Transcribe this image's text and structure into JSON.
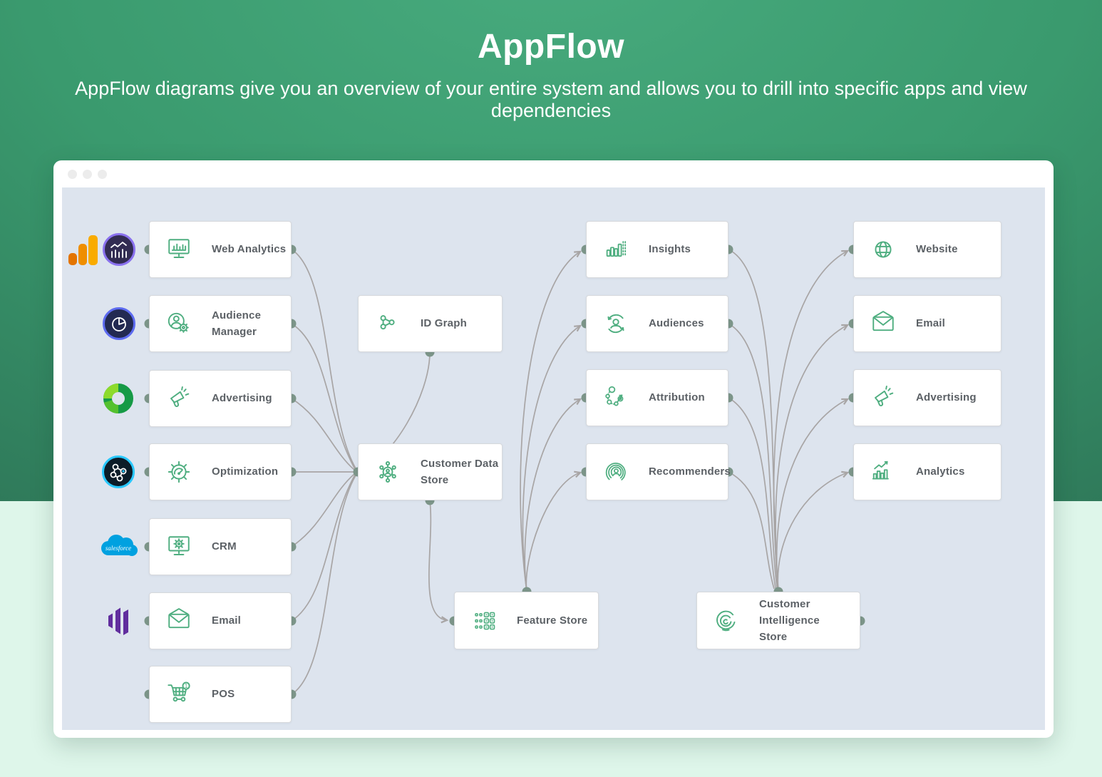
{
  "page": {
    "title": "AppFlow",
    "subtitle": "AppFlow diagrams give you an overview of your entire system and allows you to drill into specific apps and view dependencies",
    "colors": {
      "header_green": "#3a9a6e",
      "page_mint": "#def6ea",
      "canvas_blue_gray": "#dde4ee",
      "icon_green": "#4fae80",
      "wire_gray": "#a8a5a5",
      "port_dot": "#7c9589",
      "node_text": "#5c6166"
    }
  },
  "diagram": {
    "sources": [
      {
        "label": "Web Analytics",
        "icon": "monitor-chart-icon",
        "logo": "google-analytics-logo"
      },
      {
        "label": "Audience Manager",
        "icon": "person-gear-icon",
        "logo": "adobe-audience-manager-logo"
      },
      {
        "label": "Advertising",
        "icon": "megaphone-icon",
        "logo": "green-swirl-logo"
      },
      {
        "label": "Optimization",
        "icon": "gear-gauge-icon",
        "logo": "optimizely-logo"
      },
      {
        "label": "CRM",
        "icon": "monitor-gear-icon",
        "logo": "salesforce-logo"
      },
      {
        "label": "Email",
        "icon": "envelope-icon",
        "logo": "marketo-logo"
      },
      {
        "label": "POS",
        "icon": "shopping-cart-icon",
        "logo": null
      }
    ],
    "core": [
      {
        "label": "ID Graph",
        "icon": "triangle-graph-icon"
      },
      {
        "label": "Customer Data Store",
        "icon": "person-hub-icon"
      },
      {
        "label": "Feature Store",
        "icon": "grid-squares-icon"
      },
      {
        "label": "Customer Intelligence Store",
        "icon": "concentric-arcs-icon"
      }
    ],
    "ml_outputs": [
      {
        "label": "Insights",
        "icon": "bar-chart-dotted-icon"
      },
      {
        "label": "Audiences",
        "icon": "person-sync-icon"
      },
      {
        "label": "Attribution",
        "icon": "dotted-path-icon"
      },
      {
        "label": "Recommenders",
        "icon": "person-arcs-icon"
      }
    ],
    "channels": [
      {
        "label": "Website",
        "icon": "globe-icon"
      },
      {
        "label": "Email",
        "icon": "envelope-icon"
      },
      {
        "label": "Advertising",
        "icon": "megaphone-icon"
      },
      {
        "label": "Analytics",
        "icon": "bar-trend-icon"
      }
    ],
    "pos_badge": "1",
    "salesforce_text": "salesforce",
    "edges": [
      {
        "from": "Web Analytics",
        "to": "Customer Data Store"
      },
      {
        "from": "Audience Manager",
        "to": "Customer Data Store"
      },
      {
        "from": "Advertising",
        "to": "Customer Data Store"
      },
      {
        "from": "Optimization",
        "to": "Customer Data Store"
      },
      {
        "from": "CRM",
        "to": "Customer Data Store"
      },
      {
        "from": "Email",
        "to": "Customer Data Store"
      },
      {
        "from": "POS",
        "to": "Customer Data Store"
      },
      {
        "from": "ID Graph",
        "to": "Customer Data Store"
      },
      {
        "from": "Customer Data Store",
        "to": "Feature Store"
      },
      {
        "from": "Feature Store",
        "to": "Insights"
      },
      {
        "from": "Feature Store",
        "to": "Audiences"
      },
      {
        "from": "Feature Store",
        "to": "Attribution"
      },
      {
        "from": "Feature Store",
        "to": "Recommenders"
      },
      {
        "from": "Insights",
        "to": "Customer Intelligence Store"
      },
      {
        "from": "Audiences",
        "to": "Customer Intelligence Store"
      },
      {
        "from": "Attribution",
        "to": "Customer Intelligence Store"
      },
      {
        "from": "Recommenders",
        "to": "Customer Intelligence Store"
      },
      {
        "from": "Customer Intelligence Store",
        "to": "Website"
      },
      {
        "from": "Customer Intelligence Store",
        "to": "Email"
      },
      {
        "from": "Customer Intelligence Store",
        "to": "Advertising"
      },
      {
        "from": "Customer Intelligence Store",
        "to": "Analytics"
      }
    ]
  }
}
